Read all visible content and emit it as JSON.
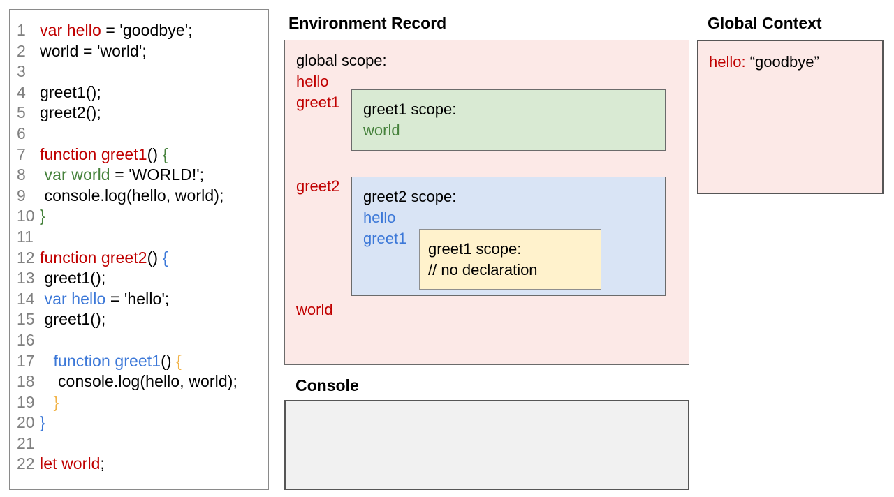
{
  "palette": {
    "red": "#c00000",
    "green": "#46823c",
    "blue": "#3c78d8",
    "orange": "#f1b245",
    "gray": "#808080",
    "black": "#000000",
    "pink": "#fce9e7",
    "lightgreen": "#d9ead3",
    "lightblue": "#d9e4f5",
    "lightyellow": "#fff2cc",
    "consolegray": "#f1f1f1"
  },
  "code_panel": {
    "lines": [
      {
        "num": "1",
        "tokens": [
          {
            "text": "var hello",
            "color": "red"
          },
          {
            "text": " = 'goodbye';",
            "color": "black"
          }
        ]
      },
      {
        "num": "2",
        "tokens": [
          {
            "text": "world = 'world';",
            "color": "black"
          }
        ]
      },
      {
        "num": "3",
        "tokens": []
      },
      {
        "num": "4",
        "tokens": [
          {
            "text": "greet1();",
            "color": "black"
          }
        ]
      },
      {
        "num": "5",
        "tokens": [
          {
            "text": "greet2();",
            "color": "black"
          }
        ]
      },
      {
        "num": "6",
        "tokens": []
      },
      {
        "num": "7",
        "tokens": [
          {
            "text": "function greet1",
            "color": "red"
          },
          {
            "text": "() ",
            "color": "black"
          },
          {
            "text": "{",
            "color": "green"
          }
        ]
      },
      {
        "num": "8",
        "tokens": [
          {
            "text": " ",
            "color": "black"
          },
          {
            "text": "var world",
            "color": "green"
          },
          {
            "text": " = 'WORLD!';",
            "color": "black"
          }
        ]
      },
      {
        "num": "9",
        "tokens": [
          {
            "text": " console.log(hello, world);",
            "color": "black"
          }
        ]
      },
      {
        "num": "10",
        "tokens": [
          {
            "text": "}",
            "color": "green"
          }
        ]
      },
      {
        "num": "11",
        "tokens": []
      },
      {
        "num": "12",
        "tokens": [
          {
            "text": "function greet2",
            "color": "red"
          },
          {
            "text": "() ",
            "color": "black"
          },
          {
            "text": "{",
            "color": "blue"
          }
        ]
      },
      {
        "num": "13",
        "tokens": [
          {
            "text": " greet1();",
            "color": "black"
          }
        ]
      },
      {
        "num": "14",
        "tokens": [
          {
            "text": " ",
            "color": "black"
          },
          {
            "text": "var hello",
            "color": "blue"
          },
          {
            "text": " = 'hello';",
            "color": "black"
          }
        ]
      },
      {
        "num": "15",
        "tokens": [
          {
            "text": " greet1();",
            "color": "black"
          }
        ]
      },
      {
        "num": "16",
        "tokens": []
      },
      {
        "num": "17",
        "tokens": [
          {
            "text": "   ",
            "color": "black"
          },
          {
            "text": "function greet1",
            "color": "blue"
          },
          {
            "text": "() ",
            "color": "black"
          },
          {
            "text": "{",
            "color": "orange"
          }
        ]
      },
      {
        "num": "18",
        "tokens": [
          {
            "text": "    console.log(hello, world);",
            "color": "black"
          }
        ]
      },
      {
        "num": "19",
        "tokens": [
          {
            "text": "   ",
            "color": "black"
          },
          {
            "text": "}",
            "color": "orange"
          }
        ]
      },
      {
        "num": "20",
        "tokens": [
          {
            "text": "}",
            "color": "blue"
          }
        ]
      },
      {
        "num": "21",
        "tokens": []
      },
      {
        "num": "22",
        "tokens": [
          {
            "text": "let world",
            "color": "red"
          },
          {
            "text": ";",
            "color": "black"
          }
        ]
      }
    ]
  },
  "environment_record": {
    "title": "Environment Record",
    "global_scope_label": "global scope:",
    "global_vars": {
      "hello": "hello",
      "greet1": "greet1",
      "greet2": "greet2",
      "world": "world"
    },
    "greet1_scope": {
      "title": "greet1 scope:",
      "var_world": "world"
    },
    "greet2_scope": {
      "title": "greet2 scope:",
      "var_hello": "hello",
      "var_greet1": "greet1",
      "inner_greet1_scope": {
        "title": "greet1 scope:",
        "comment": "// no declaration"
      }
    }
  },
  "global_context": {
    "title": "Global Context",
    "entry_name": "hello:",
    "entry_value": " “goodbye”"
  },
  "console": {
    "title": "Console"
  }
}
